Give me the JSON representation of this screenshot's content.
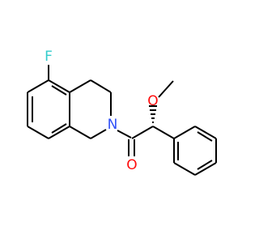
{
  "molecule": {
    "atoms": {
      "fluorine": {
        "symbol": "F",
        "color": "#33CCCC"
      },
      "nitrogen": {
        "symbol": "N",
        "color": "#3050F8"
      },
      "carbonyl_oxygen": {
        "symbol": "O",
        "color": "#FF0D0D"
      },
      "methoxy_oxygen": {
        "symbol": "O",
        "color": "#FF0D0D"
      }
    },
    "bond_color": "#000000",
    "stereo_bond": "hashed-wedge"
  }
}
